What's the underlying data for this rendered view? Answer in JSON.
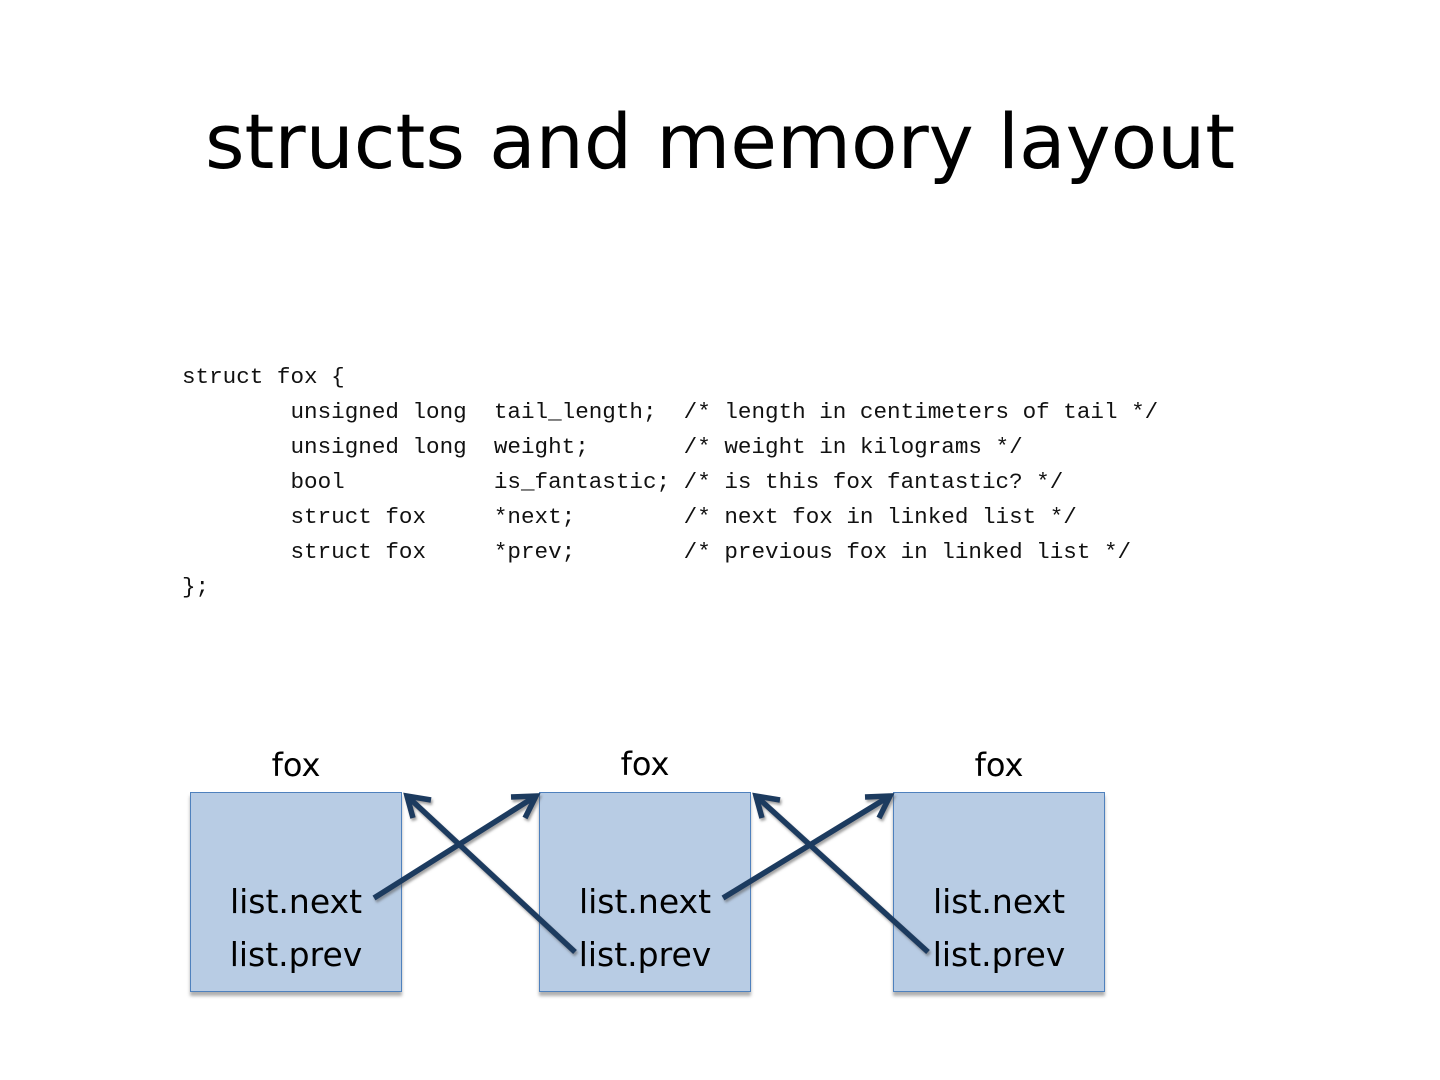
{
  "title": "structs and memory layout",
  "code": {
    "lines": [
      "struct fox {",
      "        unsigned long  tail_length;  /* length in centimeters of tail */",
      "        unsigned long  weight;       /* weight in kilograms */",
      "        bool           is_fantastic; /* is this fox fantastic? */",
      "        struct fox     *next;        /* next fox in linked list */",
      "        struct fox     *prev;        /* previous fox in linked list */",
      "};"
    ]
  },
  "diagram": {
    "nodes": [
      {
        "label": "fox",
        "next_field": "list.next",
        "prev_field": "list.prev"
      },
      {
        "label": "fox",
        "next_field": "list.next",
        "prev_field": "list.prev"
      },
      {
        "label": "fox",
        "next_field": "list.next",
        "prev_field": "list.prev"
      }
    ],
    "links": [
      {
        "from": 0,
        "to": 1,
        "type": "next"
      },
      {
        "from": 1,
        "to": 0,
        "type": "prev"
      },
      {
        "from": 1,
        "to": 2,
        "type": "next"
      },
      {
        "from": 2,
        "to": 1,
        "type": "prev"
      }
    ],
    "colors": {
      "box_fill": "#b8cce4",
      "box_border": "#4f81bd",
      "arrow": "#1f3a5f"
    }
  }
}
